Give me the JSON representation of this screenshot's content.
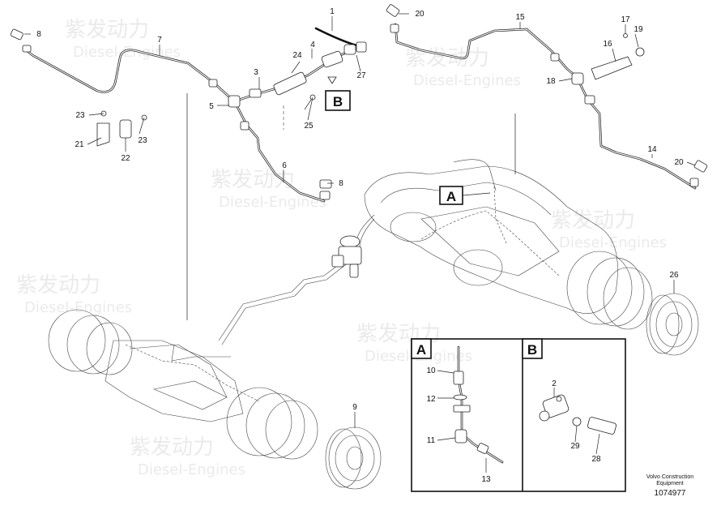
{
  "watermark": {
    "brand_cn": "紫发动力",
    "brand_en": "Diesel-Engines"
  },
  "labels": {
    "l1": "1",
    "l2": "2",
    "l3": "3",
    "l4": "4",
    "l5": "5",
    "l6": "6",
    "l7": "7",
    "l8a": "8",
    "l8b": "8",
    "l9": "9",
    "l10": "10",
    "l11": "11",
    "l12": "12",
    "l13": "13",
    "l14": "14",
    "l15": "15",
    "l16": "16",
    "l17": "17",
    "l18": "18",
    "l19": "19",
    "l20a": "20",
    "l20b": "20",
    "l21": "21",
    "l22": "22",
    "l23a": "23",
    "l23b": "23",
    "l24": "24",
    "l25": "25",
    "l26": "26",
    "l27": "27",
    "l28": "28",
    "l29": "29"
  },
  "callouts": {
    "A_main": "A",
    "B_main": "B",
    "A_detail": "A",
    "B_detail": "B"
  },
  "footer": {
    "brand_line1": "Volvo Construction",
    "brand_line2": "Equipment",
    "drawing_id": "1074977"
  }
}
